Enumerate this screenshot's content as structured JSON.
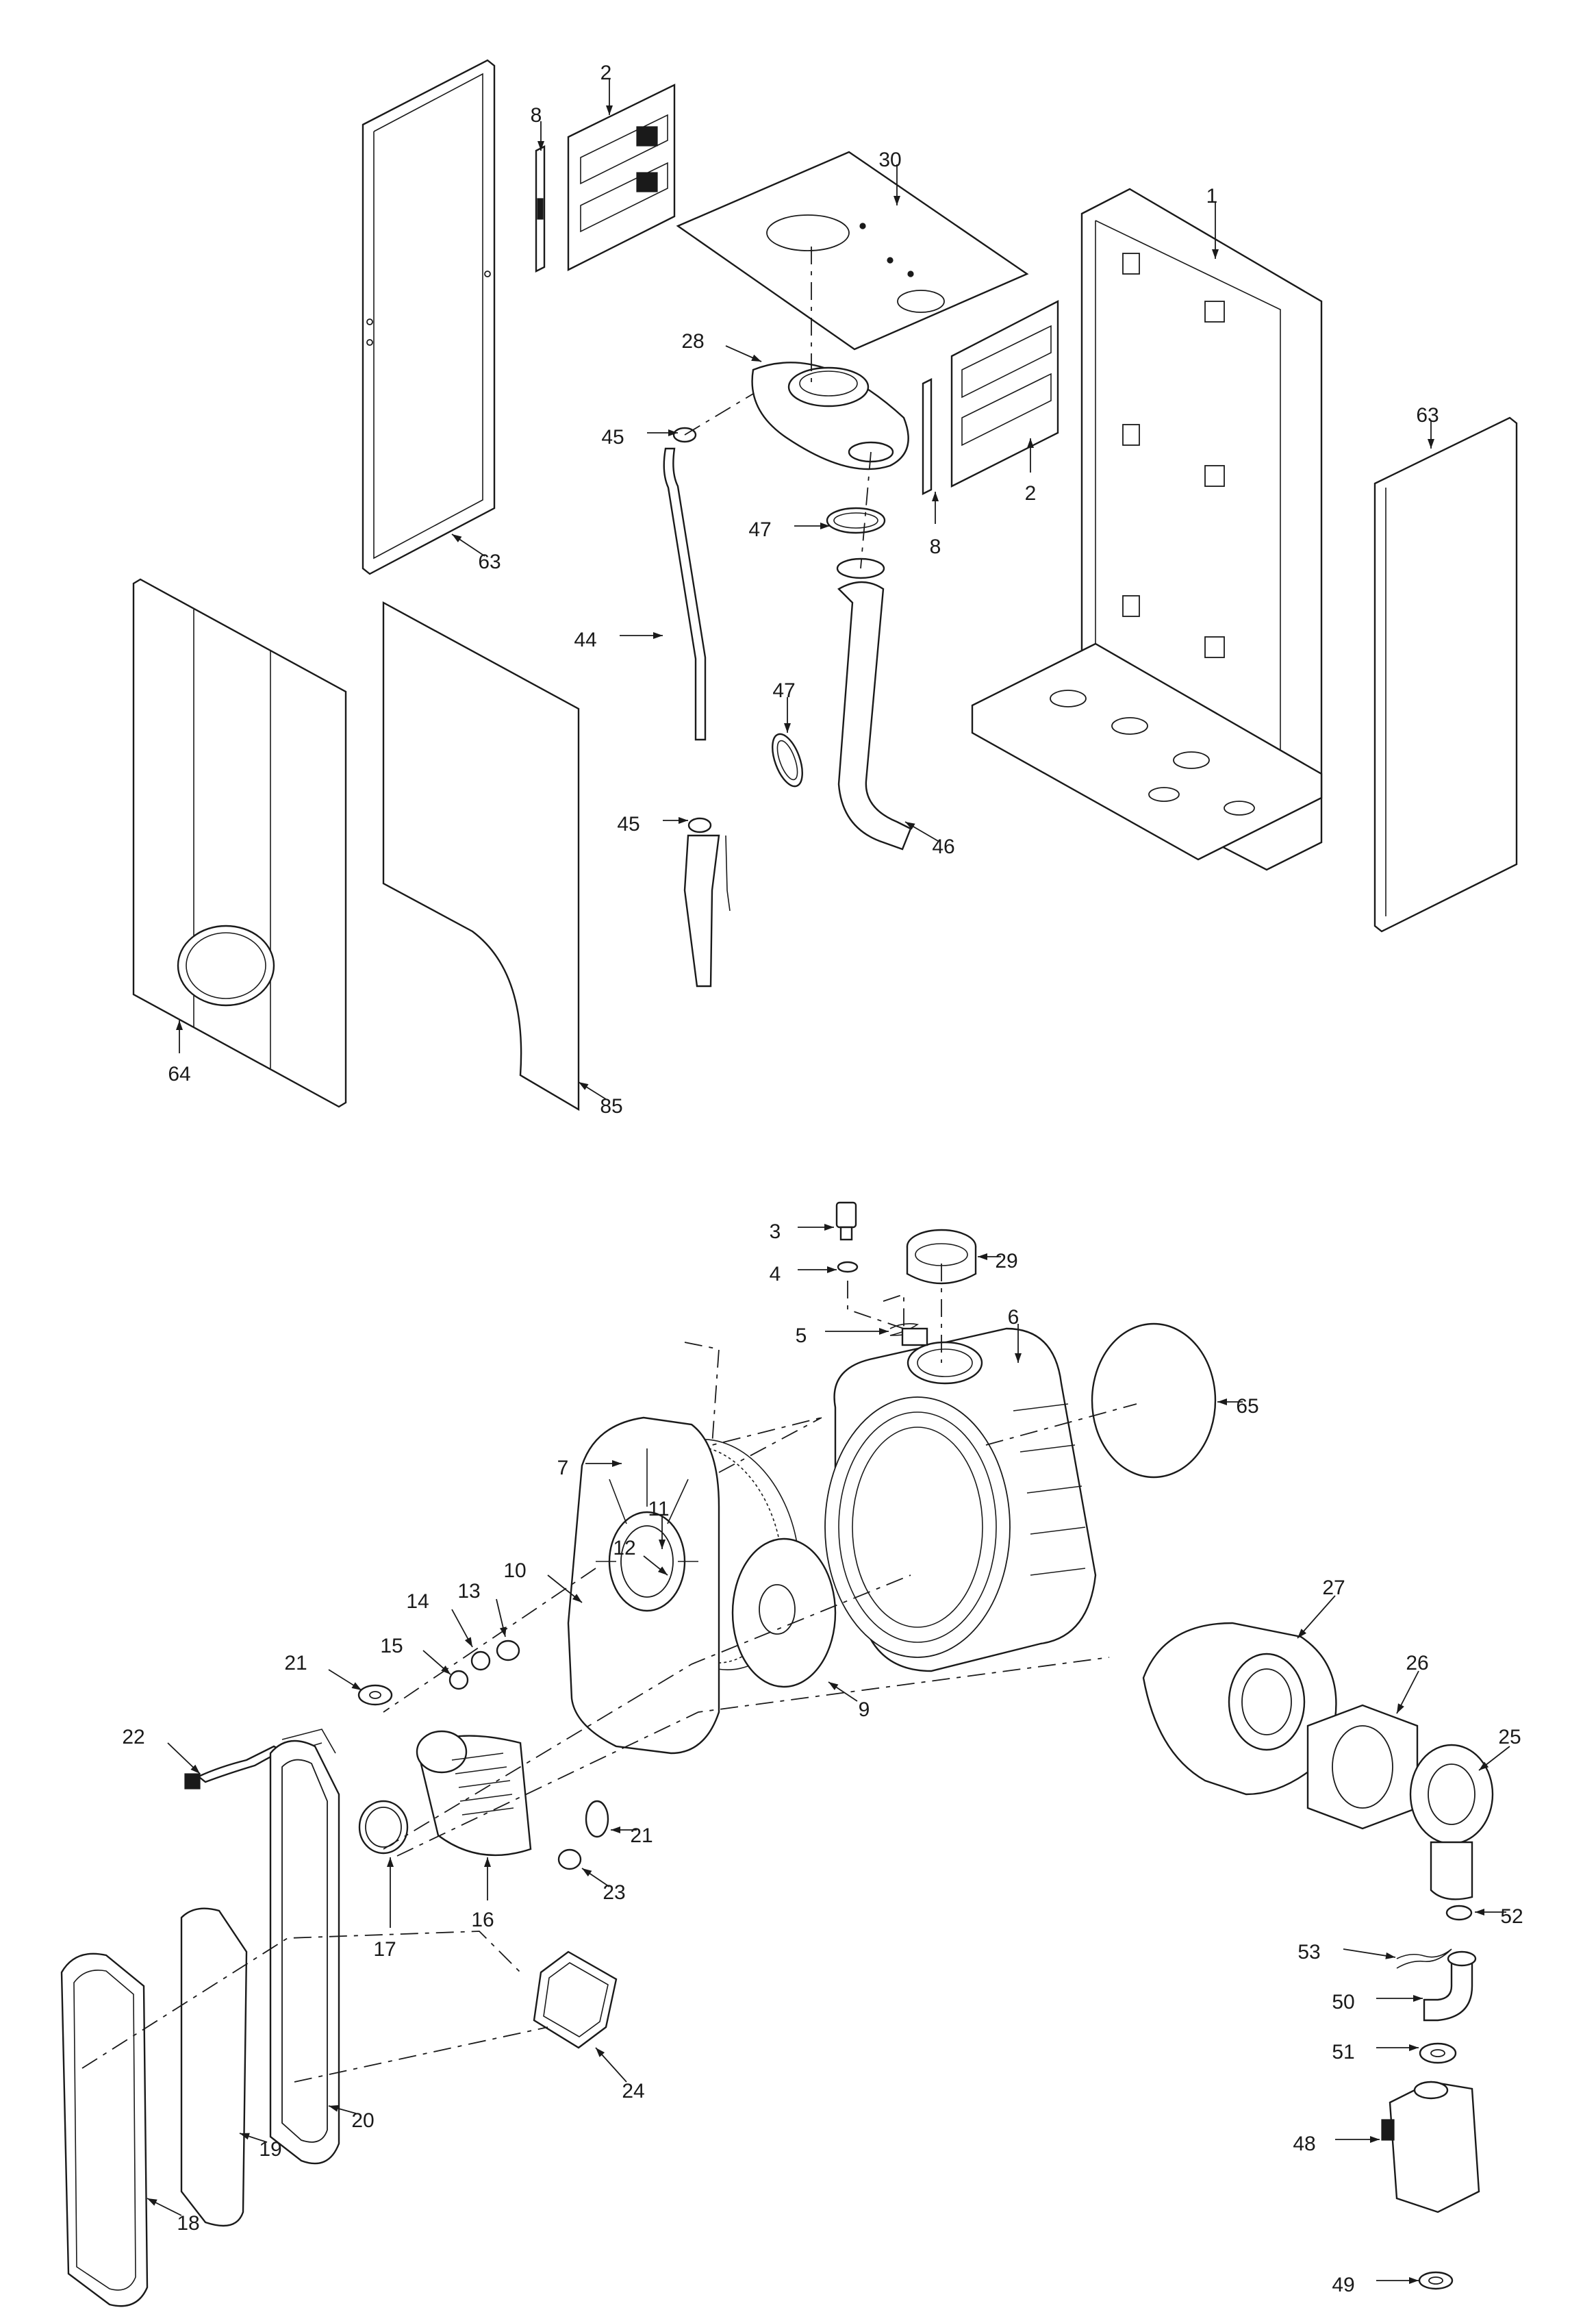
{
  "diagram": {
    "callouts": [
      {
        "id": "c1",
        "label": "1"
      },
      {
        "id": "c2a",
        "label": "2"
      },
      {
        "id": "c2b",
        "label": "2"
      },
      {
        "id": "c8a",
        "label": "8"
      },
      {
        "id": "c8b",
        "label": "8"
      },
      {
        "id": "c30",
        "label": "30"
      },
      {
        "id": "c28",
        "label": "28"
      },
      {
        "id": "c45a",
        "label": "45"
      },
      {
        "id": "c45b",
        "label": "45"
      },
      {
        "id": "c47a",
        "label": "47"
      },
      {
        "id": "c47b",
        "label": "47"
      },
      {
        "id": "c44",
        "label": "44"
      },
      {
        "id": "c46",
        "label": "46"
      },
      {
        "id": "c63a",
        "label": "63"
      },
      {
        "id": "c63b",
        "label": "63"
      },
      {
        "id": "c64",
        "label": "64"
      },
      {
        "id": "c85",
        "label": "85"
      },
      {
        "id": "c3",
        "label": "3"
      },
      {
        "id": "c4",
        "label": "4"
      },
      {
        "id": "c5",
        "label": "5"
      },
      {
        "id": "c29",
        "label": "29"
      },
      {
        "id": "c6",
        "label": "6"
      },
      {
        "id": "c65",
        "label": "65"
      },
      {
        "id": "c7",
        "label": "7"
      },
      {
        "id": "c11",
        "label": "11"
      },
      {
        "id": "c12",
        "label": "12"
      },
      {
        "id": "c10",
        "label": "10"
      },
      {
        "id": "c14",
        "label": "14"
      },
      {
        "id": "c13",
        "label": "13"
      },
      {
        "id": "c15",
        "label": "15"
      },
      {
        "id": "c21a",
        "label": "21"
      },
      {
        "id": "c21b",
        "label": "21"
      },
      {
        "id": "c9",
        "label": "9"
      },
      {
        "id": "c22",
        "label": "22"
      },
      {
        "id": "c16",
        "label": "16"
      },
      {
        "id": "c17",
        "label": "17"
      },
      {
        "id": "c23",
        "label": "23"
      },
      {
        "id": "c27",
        "label": "27"
      },
      {
        "id": "c26",
        "label": "26"
      },
      {
        "id": "c25",
        "label": "25"
      },
      {
        "id": "c52",
        "label": "52"
      },
      {
        "id": "c53",
        "label": "53"
      },
      {
        "id": "c50",
        "label": "50"
      },
      {
        "id": "c51",
        "label": "51"
      },
      {
        "id": "c48",
        "label": "48"
      },
      {
        "id": "c49",
        "label": "49"
      },
      {
        "id": "c24",
        "label": "24"
      },
      {
        "id": "c20",
        "label": "20"
      },
      {
        "id": "c19",
        "label": "19"
      },
      {
        "id": "c18",
        "label": "18"
      }
    ]
  }
}
